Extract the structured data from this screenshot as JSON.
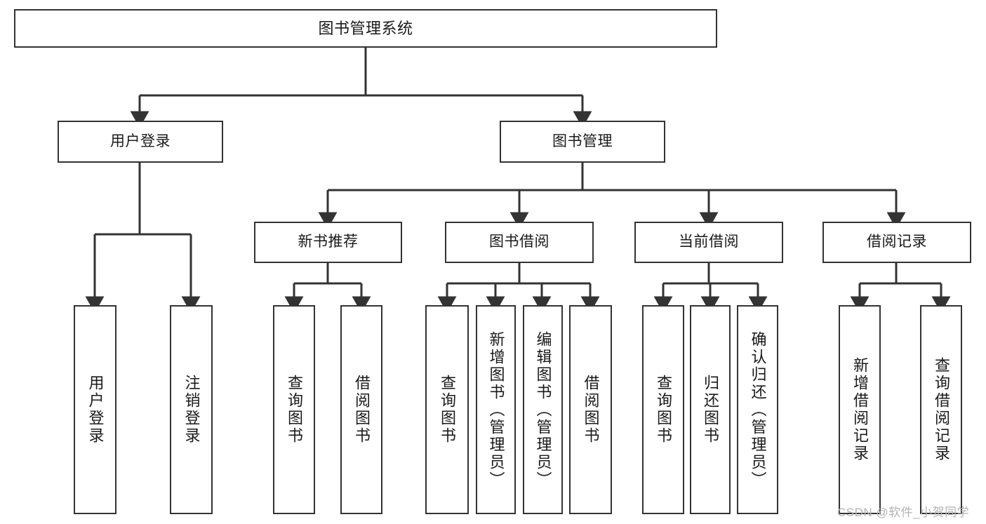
{
  "diagram": {
    "title": "图书管理系统",
    "style": {
      "box_border_color": "#333333",
      "box_fill_color": "#ffffff",
      "connector_color": "#333333",
      "text_color": "#1a1a1a",
      "background_color": "#ffffff",
      "watermark_color": "#b3b3b3"
    },
    "nodes": {
      "root": {
        "label": "图书管理系统"
      },
      "level2": [
        {
          "label": "用户登录"
        },
        {
          "label": "图书管理"
        }
      ],
      "level3": [
        {
          "label": "新书推荐"
        },
        {
          "label": "图书借阅"
        },
        {
          "label": "当前借阅"
        },
        {
          "label": "借阅记录"
        }
      ],
      "leaves_user_login": [
        {
          "label": "用户登录"
        },
        {
          "label": "注销登录"
        }
      ],
      "leaves_new_book": [
        {
          "label": "查询图书"
        },
        {
          "label": "借阅图书"
        }
      ],
      "leaves_borrow": [
        {
          "label": "查询图书"
        },
        {
          "label": "新增图书（管理员）"
        },
        {
          "label": "编辑图书（管理员）"
        },
        {
          "label": "借阅图书"
        }
      ],
      "leaves_current": [
        {
          "label": "查询图书"
        },
        {
          "label": "归还图书"
        },
        {
          "label": "确认归还（管理员）"
        }
      ],
      "leaves_records": [
        {
          "label": "新增借阅记录"
        },
        {
          "label": "查询借阅记录"
        }
      ]
    },
    "watermark": "CSDN @软件_小贺同学"
  }
}
